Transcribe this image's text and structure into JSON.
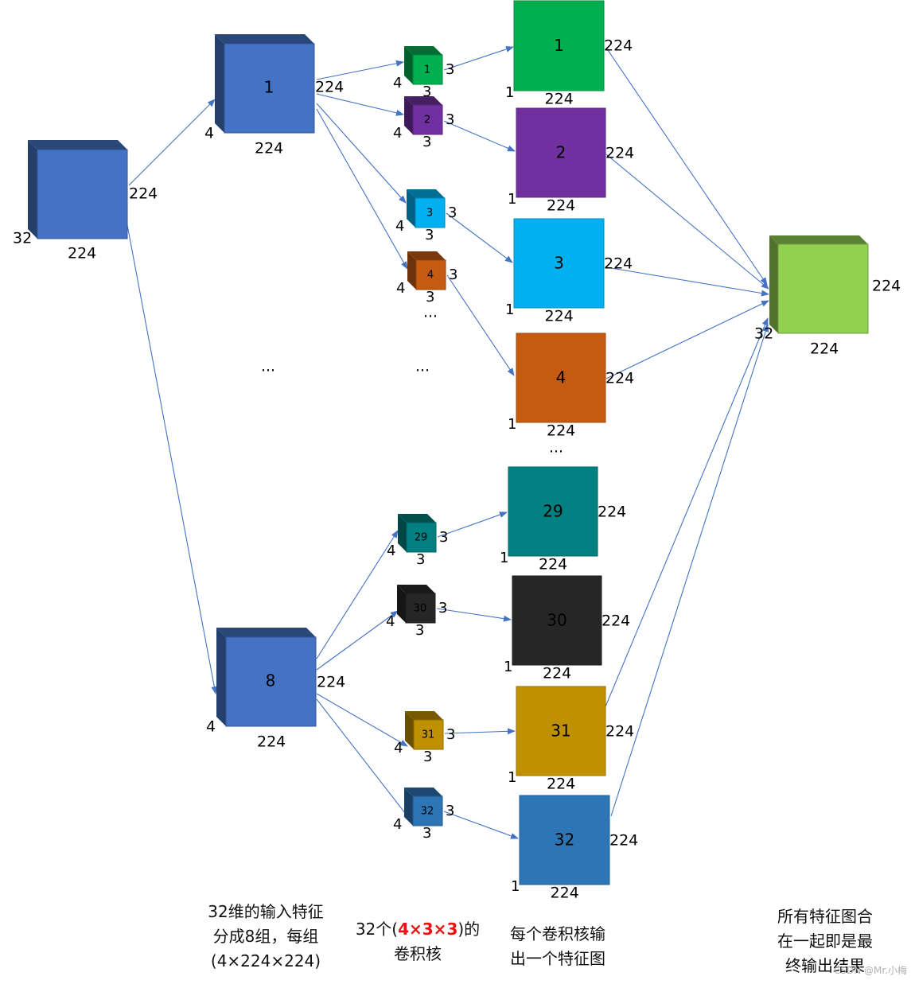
{
  "diagram": {
    "input_cube": {
      "depth_label": "32",
      "width_label": "224",
      "height_label": "224",
      "color": "#4472c4"
    },
    "groups": [
      {
        "label": "1",
        "depth_label": "4",
        "width_label": "224",
        "height_label": "224",
        "color": "#4472c4"
      },
      {
        "label": "8",
        "depth_label": "4",
        "width_label": "224",
        "height_label": "224",
        "color": "#4472c4"
      }
    ],
    "kernels": [
      {
        "label": "1",
        "color": "#00b050",
        "size_label": "3",
        "depth_label": "4"
      },
      {
        "label": "2",
        "color": "#7030a0",
        "size_label": "3",
        "depth_label": "4"
      },
      {
        "label": "3",
        "color": "#00b0f0",
        "size_label": "3",
        "depth_label": "4"
      },
      {
        "label": "4",
        "color": "#c55a11",
        "size_label": "3",
        "depth_label": "4"
      },
      {
        "label": "29",
        "color": "#008080",
        "size_label": "3",
        "depth_label": "4"
      },
      {
        "label": "30",
        "color": "#262626",
        "size_label": "3",
        "depth_label": "4"
      },
      {
        "label": "31",
        "color": "#bf9000",
        "size_label": "3",
        "depth_label": "4"
      },
      {
        "label": "32",
        "color": "#2e75b6",
        "size_label": "3",
        "depth_label": "4"
      }
    ],
    "feature_maps": [
      {
        "label": "1",
        "color": "#00b050",
        "width_label": "224",
        "height_label": "224",
        "depth_label": "1"
      },
      {
        "label": "2",
        "color": "#7030a0",
        "width_label": "224",
        "height_label": "224",
        "depth_label": "1"
      },
      {
        "label": "3",
        "color": "#00b0f0",
        "width_label": "224",
        "height_label": "224",
        "depth_label": "1"
      },
      {
        "label": "4",
        "color": "#c55a11",
        "width_label": "224",
        "height_label": "224",
        "depth_label": "1"
      },
      {
        "label": "29",
        "color": "#008080",
        "width_label": "224",
        "height_label": "224",
        "depth_label": "1"
      },
      {
        "label": "30",
        "color": "#262626",
        "width_label": "224",
        "height_label": "224",
        "depth_label": "1"
      },
      {
        "label": "31",
        "color": "#bf9000",
        "width_label": "224",
        "height_label": "224",
        "depth_label": "1"
      },
      {
        "label": "32",
        "color": "#2e75b6",
        "width_label": "224",
        "height_label": "224",
        "depth_label": "1"
      }
    ],
    "output_cube": {
      "depth_label": "32",
      "width_label": "224",
      "height_label": "224",
      "color": "#92d050"
    },
    "ellipsis": "...",
    "arrow_color": "#4472c4"
  },
  "captions": {
    "input": {
      "line1": "32维的输入特征",
      "line2": "分成8组，每组",
      "line3": "(4×224×224)"
    },
    "kernels": {
      "line1_prefix": "32个(",
      "line1_highlight": "4×3×3",
      "line1_suffix": ")的",
      "line2": "卷积核"
    },
    "feature_maps": {
      "line1": "每个卷积核输",
      "line2": "出一个特征图"
    },
    "output": {
      "line1": "所有特征图合",
      "line2": "在一起即是最",
      "line3": "终输出结果"
    }
  },
  "watermark": "CSDN @Mr.小梅"
}
